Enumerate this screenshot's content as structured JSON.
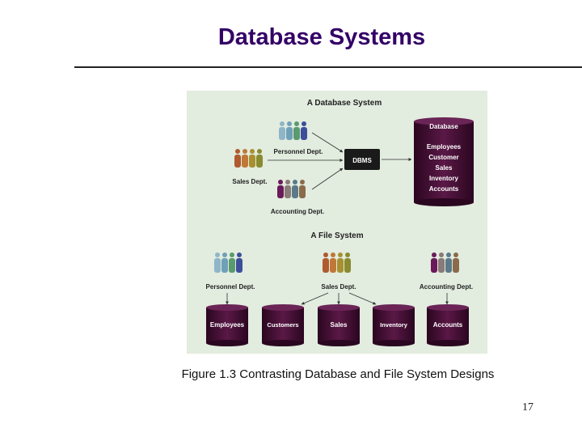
{
  "slide": {
    "title": "Database Systems",
    "caption": "Figure 1.3 Contrasting Database and File System Designs",
    "page_number": "17"
  },
  "figure": {
    "database_system": {
      "heading": "A Database System",
      "dbms_label": "DBMS",
      "database_label": "Database",
      "database_contents": [
        "Employees",
        "Customer",
        "Sales",
        "Inventory",
        "Accounts"
      ],
      "departments": {
        "personnel": "Personnel Dept.",
        "sales": "Sales Dept.",
        "accounting": "Accounting Dept."
      }
    },
    "file_system": {
      "heading": "A File System",
      "departments": {
        "personnel": "Personnel Dept.",
        "sales": "Sales Dept.",
        "accounting": "Accounting Dept."
      },
      "files": [
        "Employees",
        "Customers",
        "Sales",
        "Inventory",
        "Accounts"
      ]
    },
    "colors": {
      "background": "#e2ecdf",
      "database_fill": "#3a0a2c",
      "dbms_fill": "#1a1a1a",
      "text_light": "#ffffff",
      "text_dark": "#222222"
    }
  }
}
